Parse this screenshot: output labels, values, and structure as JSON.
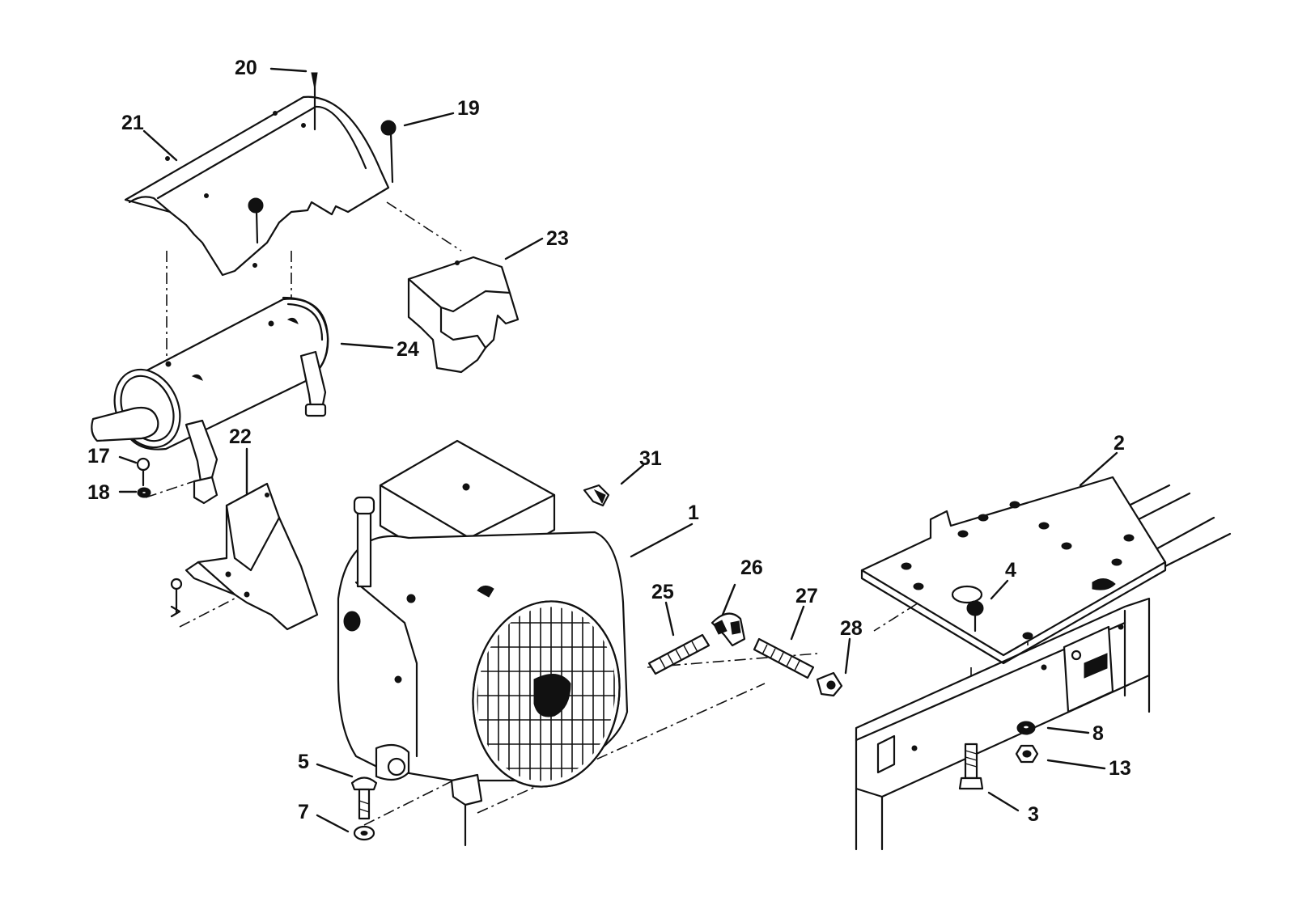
{
  "callouts": {
    "c1": "1",
    "c2": "2",
    "c3": "3",
    "c4": "4",
    "c5": "5",
    "c7": "7",
    "c8": "8",
    "c13": "13",
    "c17": "17",
    "c18": "18",
    "c19": "19",
    "c20": "20",
    "c21": "21",
    "c22": "22",
    "c23": "23",
    "c24": "24",
    "c25": "25",
    "c26": "26",
    "c27": "27",
    "c28": "28",
    "c31": "31"
  },
  "colors": {
    "ink": "#111111",
    "paper": "#ffffff"
  }
}
